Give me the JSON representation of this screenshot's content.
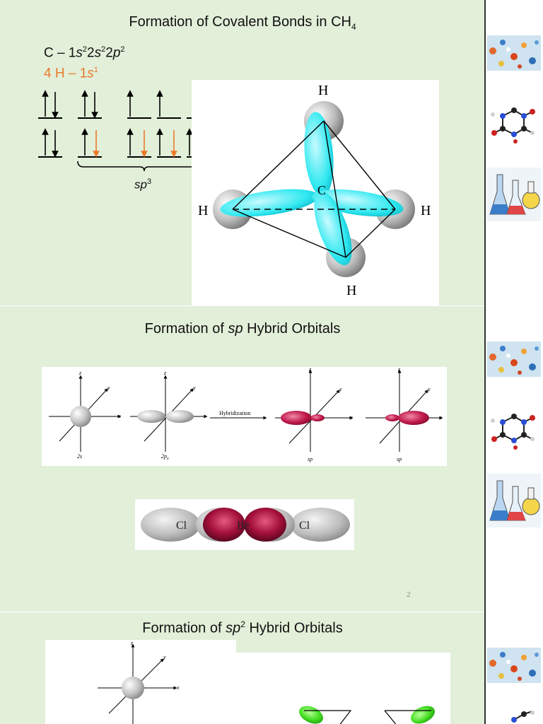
{
  "slide1": {
    "title": "Formation of Covalent Bonds in CH",
    "title_sub": "4",
    "config_c": {
      "prefix": "C – 1",
      "s1": "s",
      "e1": "2",
      "mid": "2",
      "s2": "s",
      "e2": "2",
      "mid2": "2",
      "p": "p",
      "e3": "2"
    },
    "config_h": {
      "text": "4 H – 1",
      "s": "s",
      "e": "1"
    },
    "sp3_label": "sp",
    "sp3_sup": "3",
    "atom_labels": {
      "top": "H",
      "left": "H",
      "right": "H",
      "bottom": "H",
      "center": "C"
    }
  },
  "slide2": {
    "title_pre": "Formation of ",
    "title_em": "sp",
    "title_post": " Hybrid Orbitals",
    "axis": {
      "x": "x",
      "y": "y",
      "z": "z"
    },
    "labels": {
      "s2": "2s",
      "p2": "2p",
      "p2_sub": "x",
      "hybridization": "Hybridization",
      "sp_a": "sp",
      "sp_b": "sp"
    },
    "becl2": {
      "cl_left": "Cl",
      "be": "Be",
      "cl_right": "Cl"
    },
    "page_number": "2"
  },
  "slide3": {
    "title_pre": "Formation of ",
    "title_em": "sp",
    "title_sup": "2",
    "title_post": " Hybrid Orbitals",
    "axis": {
      "x": "x",
      "y": "y",
      "z": "z"
    }
  },
  "colors": {
    "slide_bg": "#e2efd9",
    "orange": "#e97a2a",
    "cyan": "#2ee8f0",
    "crimson": "#b0163b",
    "green": "#44dd22"
  }
}
